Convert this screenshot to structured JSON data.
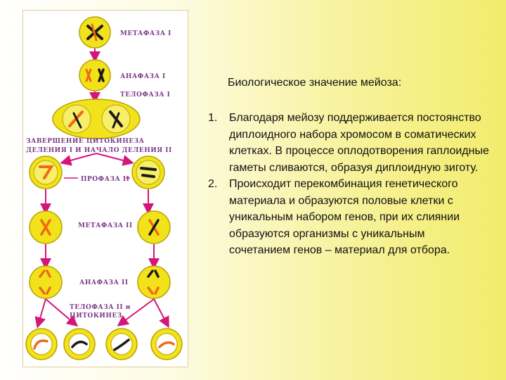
{
  "diagram": {
    "labels": {
      "metaphase1": "МЕТАФАЗА I",
      "anaphase1": "АНАФАЗА I",
      "telophase1": "ТЕЛОФАЗА I",
      "cytokinesis_line1": "ЗАВЕРШЕНИЕ ЦИТОКИНЕЗА",
      "cytokinesis_line2": "ДЕЛЕНИЯ I И НАЧАЛО ДЕЛЕНИЯ II",
      "prophase2": "ПРОФАЗА II",
      "metaphase2": "МЕТАФАЗА II",
      "anaphase2": "АНАФАЗА II",
      "telophase2_line1": "ТЕЛОФАЗА II и",
      "telophase2_line2": "ЦИТОКИНЕЗ"
    },
    "colors": {
      "cell_fill": "#f2e21c",
      "cell_stroke": "#b9a400",
      "arrow": "#d4157a",
      "label": "#7a3a8a",
      "chromosome_orange": "#f06a12",
      "chromosome_black": "#1a1a1a"
    }
  },
  "content": {
    "heading": "Биологическое значение мейоза:",
    "points": [
      {
        "number": "1.",
        "text": "Благодаря мейозу поддерживается постоянство диплоидного набора хромосом в соматических клетках. В процессе оплодотворения гаплоидные гаметы сливаются, образуя диплоидную зиготу."
      },
      {
        "number": "2.",
        "text": "Происходит перекомбинация генетического материала и образуются половые клетки с уникальным набором генов, при их слиянии образуются организмы с уникальным сочетанием генов – материал для отбора."
      }
    ]
  }
}
